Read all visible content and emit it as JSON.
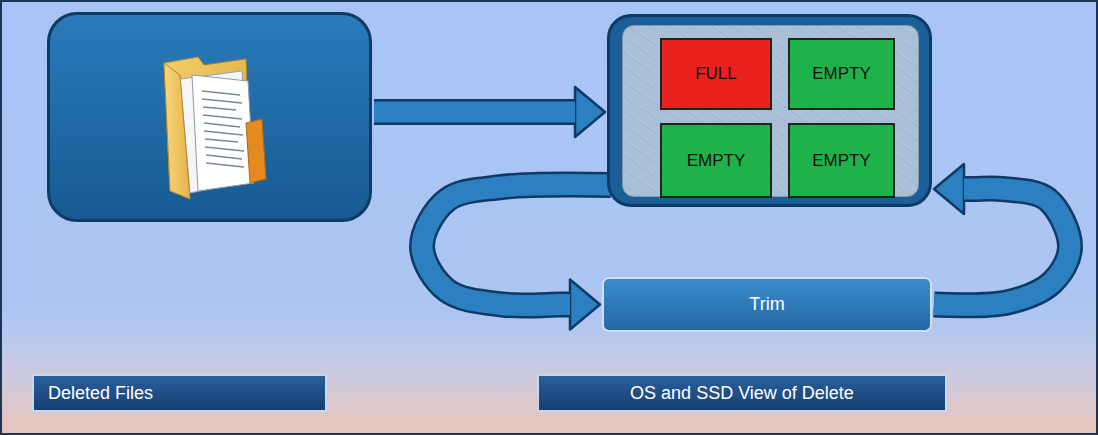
{
  "diagram": {
    "nodes": [
      {
        "text": []
      },
      {
        "text": []
      },
      {
        "text": [
          "FULL"
        ],
        "in": 1
      },
      {
        "text": [
          "EMPTY"
        ],
        "in": 1
      },
      {
        "text": [
          "EMPTY"
        ],
        "in": 1
      },
      {
        "text": [
          "EMPTY"
        ],
        "in": 1
      },
      {
        "text": [
          "Trim"
        ]
      },
      {
        "text": [
          "Deleted Files"
        ]
      },
      {
        "text": [
          "OS and SSD View of Delete"
        ]
      }
    ],
    "edges": [
      {
        "from": 0,
        "to": 1,
        "arrow": "to"
      },
      {
        "from": 1,
        "to": 6,
        "arrow": "to"
      },
      {
        "from": 6,
        "to": 1,
        "arrow": "to"
      }
    ]
  }
}
